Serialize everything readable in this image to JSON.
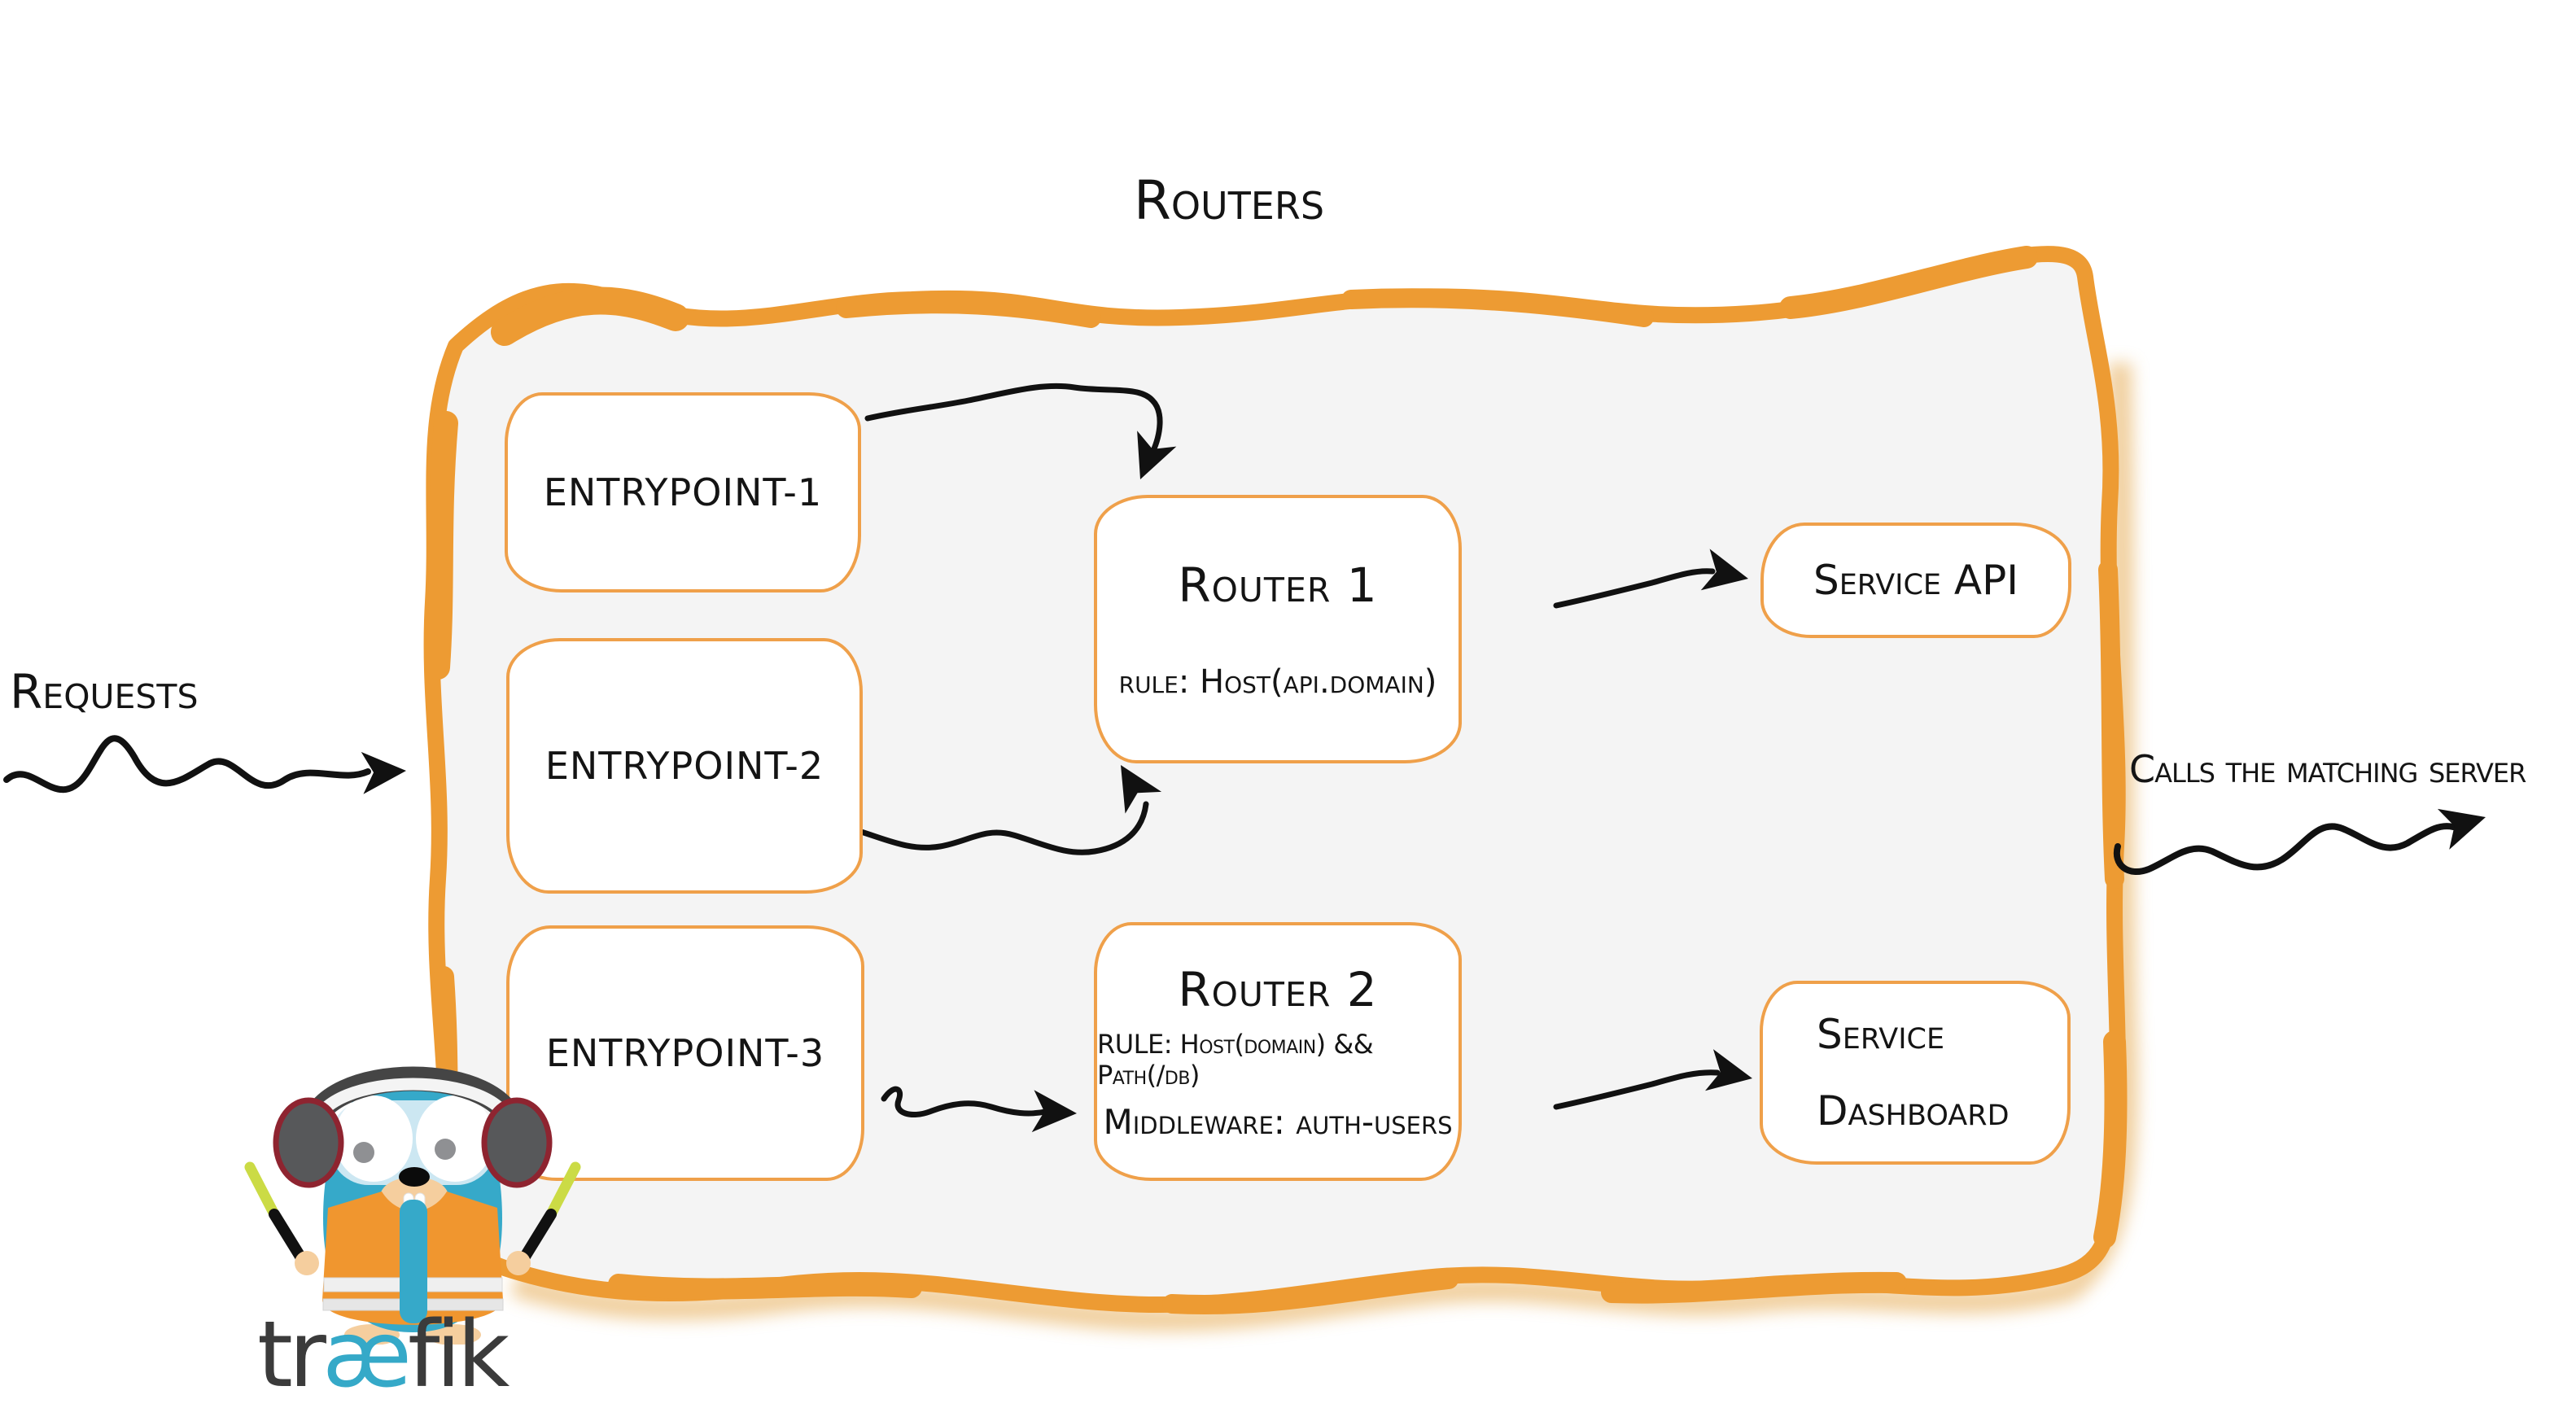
{
  "diagram": {
    "title": "Routers",
    "requests_label": "Requests",
    "calls_label": "Calls the matching server",
    "entrypoints": [
      {
        "label": "entrypoint-1"
      },
      {
        "label": "entrypoint-2"
      },
      {
        "label": "entrypoint-3"
      }
    ],
    "routers": [
      {
        "title": "Router 1",
        "rule": "rule: Host(api.domain)"
      },
      {
        "title": "Router 2",
        "rule": "RULE: Host(domain) && Path(/db)",
        "middleware": "Middleware: auth-users"
      }
    ],
    "services": [
      {
        "lines": [
          "Service API"
        ]
      },
      {
        "lines": [
          "Service",
          "Dashboard"
        ]
      }
    ],
    "brand": {
      "wordmark_pre": "tr",
      "wordmark_mid": "æ",
      "wordmark_post": "fik"
    },
    "colors": {
      "container_stroke": "#ED9B33",
      "box_stroke": "#EFA04A",
      "container_fill": "#F4F4F4",
      "ink": "#141414",
      "traefik_teal": "#35A9C8",
      "vest_orange": "#F0962F",
      "wand_green": "#CBDB45"
    }
  }
}
